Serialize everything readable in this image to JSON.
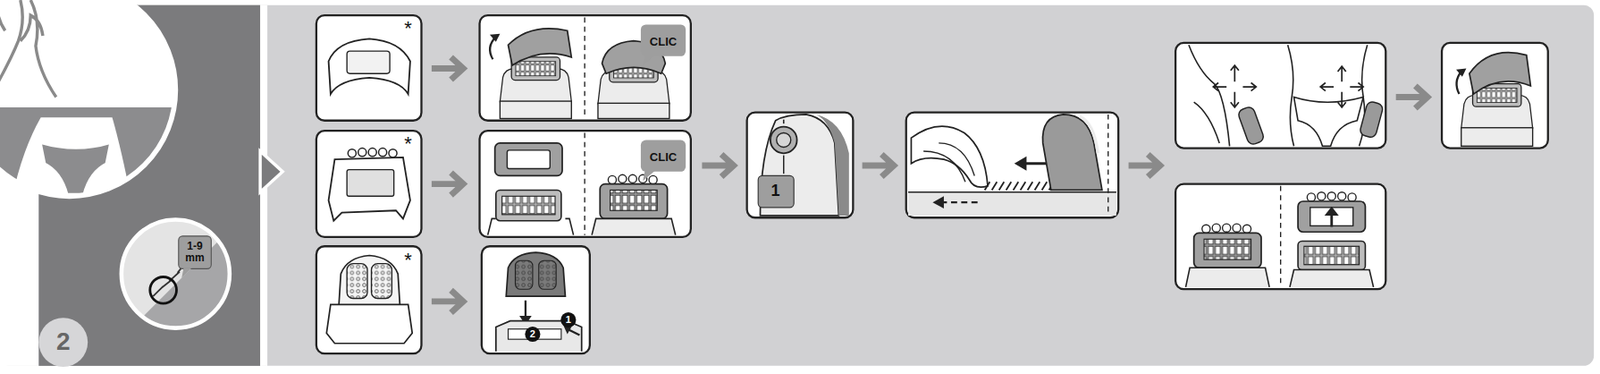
{
  "diagram": {
    "labels": [
      "1-9 mm",
      "2",
      "*",
      "CLIC",
      "*",
      "CLIC",
      "*",
      "1",
      "2",
      "1"
    ]
  }
}
